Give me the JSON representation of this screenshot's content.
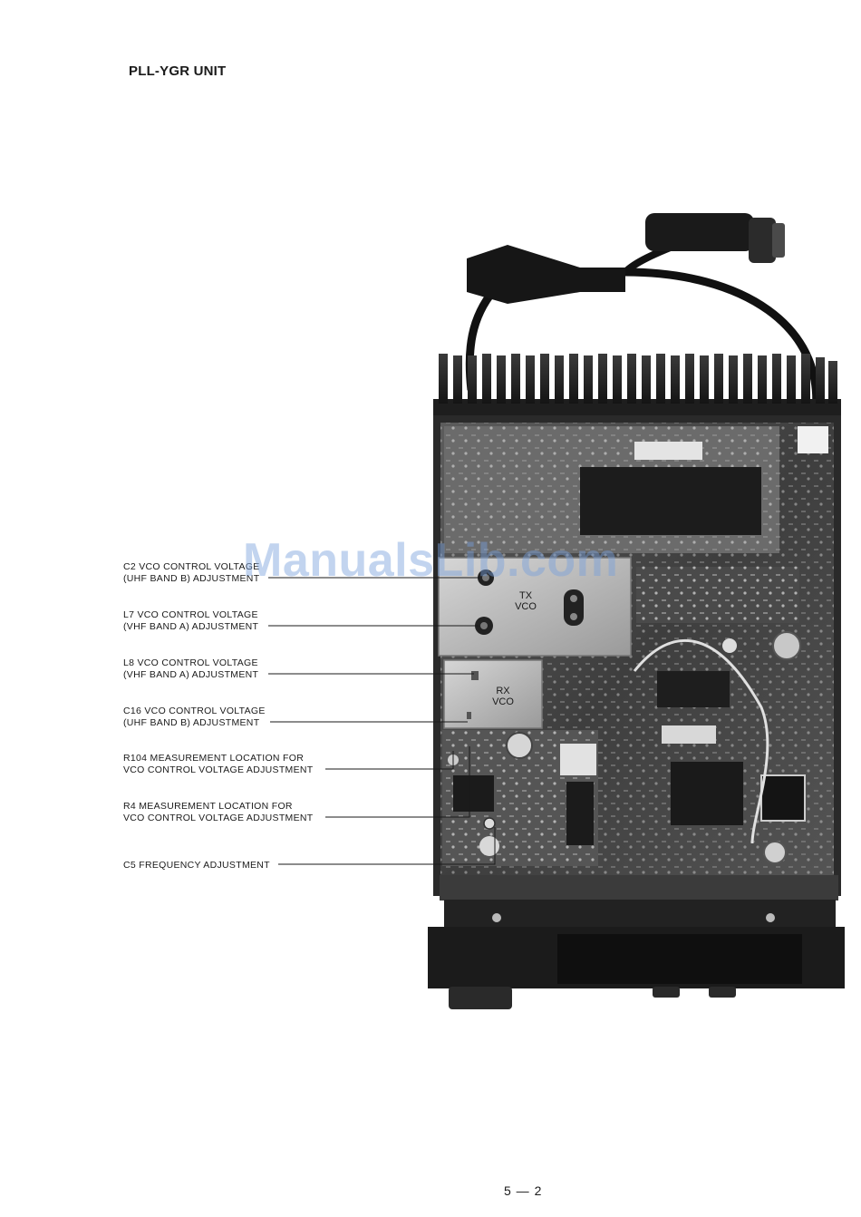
{
  "page": {
    "title": "PLL-YGR UNIT",
    "page_number": "5 — 2",
    "watermark": "ManualsLib.com"
  },
  "photo": {
    "module_tx": [
      "TX",
      "VCO"
    ],
    "module_rx": [
      "RX",
      "VCO"
    ]
  },
  "callouts": [
    {
      "line1": "C2 VCO CONTROL VOLTAGE",
      "line2": "(UHF BAND B) ADJUSTMENT"
    },
    {
      "line1": "L7 VCO CONTROL VOLTAGE",
      "line2": "(VHF BAND A) ADJUSTMENT"
    },
    {
      "line1": "L8 VCO CONTROL VOLTAGE",
      "line2": "(VHF BAND A) ADJUSTMENT"
    },
    {
      "line1": "C16 VCO CONTROL VOLTAGE",
      "line2": "(UHF BAND B) ADJUSTMENT"
    },
    {
      "line1": "R104 MEASUREMENT LOCATION FOR",
      "line2": "VCO CONTROL VOLTAGE ADJUSTMENT"
    },
    {
      "line1": "R4 MEASUREMENT LOCATION FOR",
      "line2": "VCO CONTROL VOLTAGE ADJUSTMENT"
    },
    {
      "line1": "C5 FREQUENCY ADJUSTMENT"
    }
  ]
}
